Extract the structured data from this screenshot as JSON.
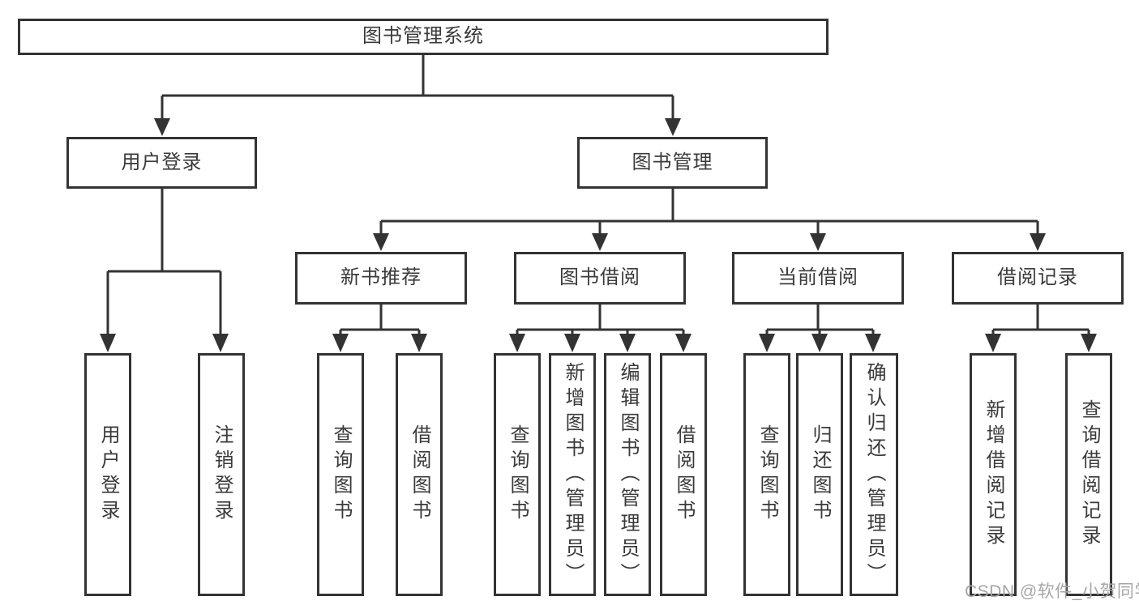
{
  "colors": {
    "line": "#333333",
    "box_border": "#333333",
    "text": "#3a3a3a",
    "watermark": "#a6a6a6",
    "background": "#ffffff"
  },
  "watermark": "CSDN @软件_小贺同学",
  "nodes": {
    "root": {
      "label": "图书管理系统"
    },
    "user_login": {
      "label": "用户登录"
    },
    "book_management": {
      "label": "图书管理"
    },
    "new_book_recommend": {
      "label": "新书推荐"
    },
    "book_borrowing": {
      "label": "图书借阅"
    },
    "current_borrowing": {
      "label": "当前借阅"
    },
    "borrowing_records": {
      "label": "借阅记录"
    },
    "leaf_user_login": {
      "label": "用户登录"
    },
    "leaf_logout": {
      "label": "注销登录"
    },
    "leaf_nb_query_books": {
      "label": "查询图书"
    },
    "leaf_nb_borrow_books": {
      "label": "借阅图书"
    },
    "leaf_bb_query_books": {
      "label": "查询图书"
    },
    "leaf_bb_add_books": {
      "label": "新增图书（管理员）"
    },
    "leaf_bb_edit_books": {
      "label": "编辑图书（管理员）"
    },
    "leaf_bb_borrow_books": {
      "label": "借阅图书"
    },
    "leaf_cb_query_books": {
      "label": "查询图书"
    },
    "leaf_cb_return_books": {
      "label": "归还图书"
    },
    "leaf_cb_confirm_return": {
      "label": "确认归还（管理员）"
    },
    "leaf_br_add_record": {
      "label": "新增借阅记录"
    },
    "leaf_br_query_record": {
      "label": "查询借阅记录"
    }
  }
}
